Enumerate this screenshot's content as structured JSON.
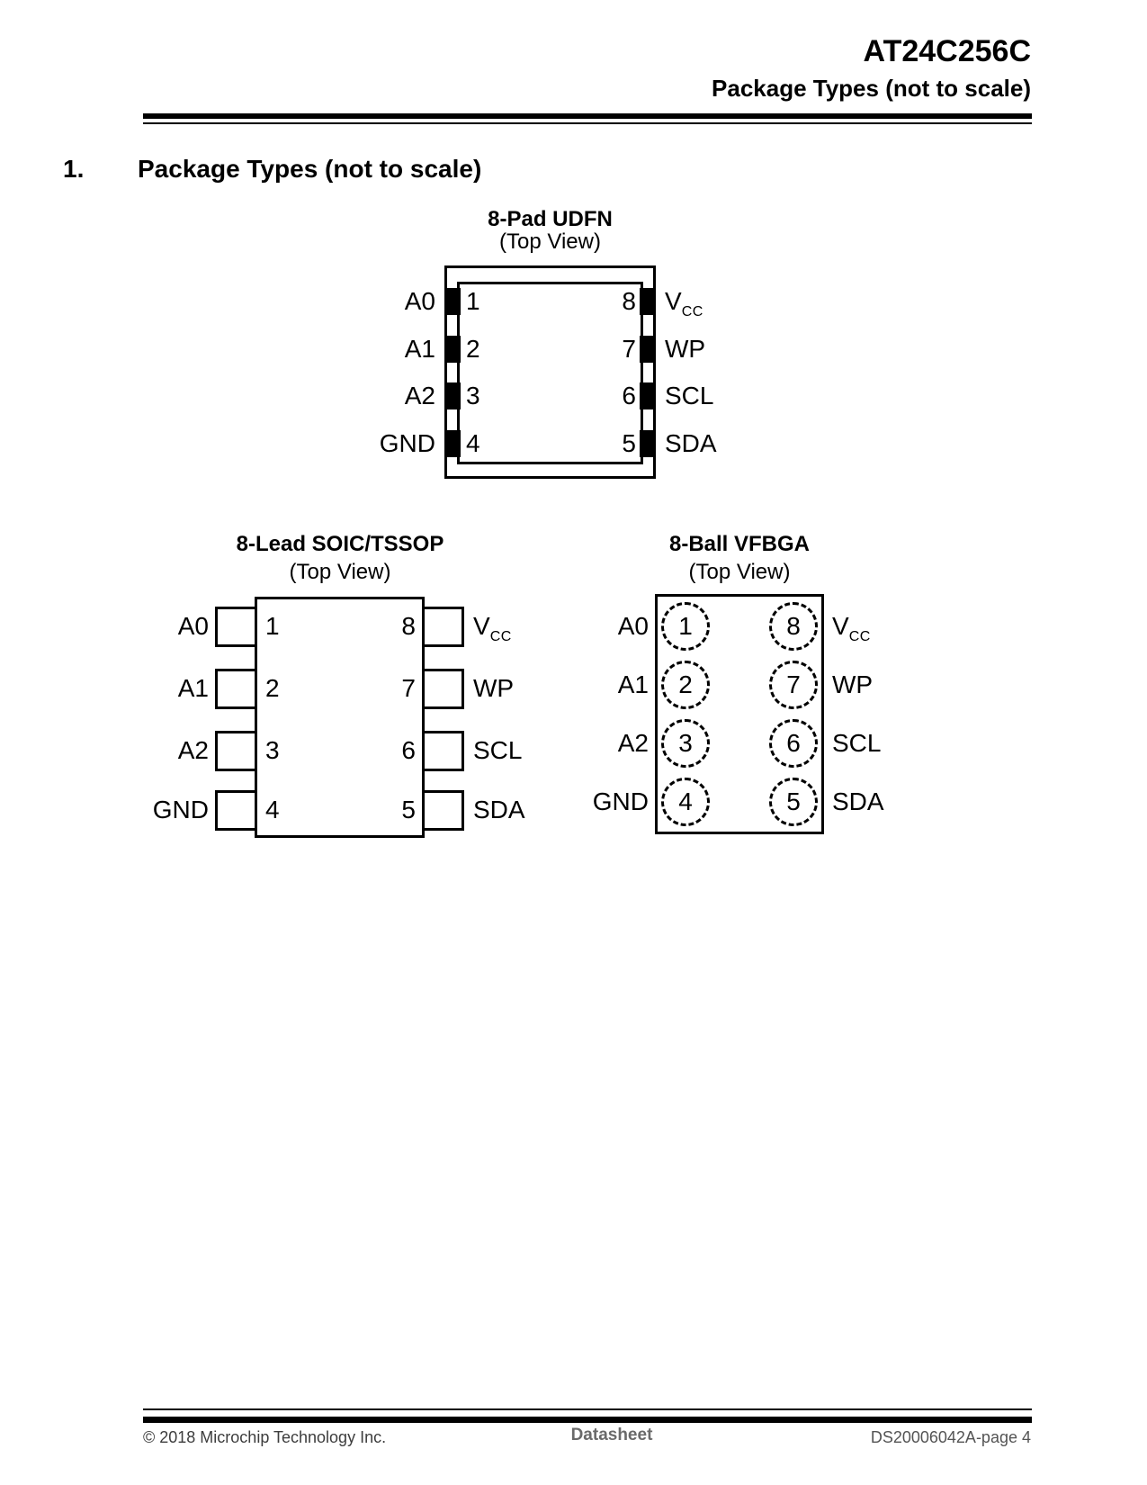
{
  "header": {
    "title": "AT24C256C",
    "subtitle": "Package Types (not to scale)"
  },
  "section": {
    "number": "1.",
    "title": "Package Types (not to scale)"
  },
  "packages": [
    {
      "name": "8-pad-udfn",
      "title": "8-Pad UDFN",
      "subtitle": "(Top View)",
      "rows": [
        {
          "left_label": "A0",
          "left_pin": "1",
          "right_pin": "8",
          "right_label": "V",
          "right_label_sub": "CC"
        },
        {
          "left_label": "A1",
          "left_pin": "2",
          "right_pin": "7",
          "right_label": "WP",
          "right_label_sub": ""
        },
        {
          "left_label": "A2",
          "left_pin": "3",
          "right_pin": "6",
          "right_label": "SCL",
          "right_label_sub": ""
        },
        {
          "left_label": "GND",
          "left_pin": "4",
          "right_pin": "5",
          "right_label": "SDA",
          "right_label_sub": ""
        }
      ]
    },
    {
      "name": "8-lead-soic-tssop",
      "title": "8-Lead SOIC/TSSOP",
      "subtitle": "(Top View)",
      "rows": [
        {
          "left_label": "A0",
          "left_pin": "1",
          "right_pin": "8",
          "right_label": "V",
          "right_label_sub": "CC"
        },
        {
          "left_label": "A1",
          "left_pin": "2",
          "right_pin": "7",
          "right_label": "WP",
          "right_label_sub": ""
        },
        {
          "left_label": "A2",
          "left_pin": "3",
          "right_pin": "6",
          "right_label": "SCL",
          "right_label_sub": ""
        },
        {
          "left_label": "GND",
          "left_pin": "4",
          "right_pin": "5",
          "right_label": "SDA",
          "right_label_sub": ""
        }
      ]
    },
    {
      "name": "8-ball-vfbga",
      "title": "8-Ball VFBGA",
      "subtitle": "(Top View)",
      "rows": [
        {
          "left_label": "A0",
          "left_pin": "1",
          "right_pin": "8",
          "right_label": "V",
          "right_label_sub": "CC"
        },
        {
          "left_label": "A1",
          "left_pin": "2",
          "right_pin": "7",
          "right_label": "WP",
          "right_label_sub": ""
        },
        {
          "left_label": "A2",
          "left_pin": "3",
          "right_pin": "6",
          "right_label": "SCL",
          "right_label_sub": ""
        },
        {
          "left_label": "GND",
          "left_pin": "4",
          "right_pin": "5",
          "right_label": "SDA",
          "right_label_sub": ""
        }
      ]
    }
  ],
  "footer": {
    "copyright": "© 2018 Microchip Technology Inc.",
    "center": "Datasheet",
    "docnum": "DS20006042A-page 4"
  }
}
